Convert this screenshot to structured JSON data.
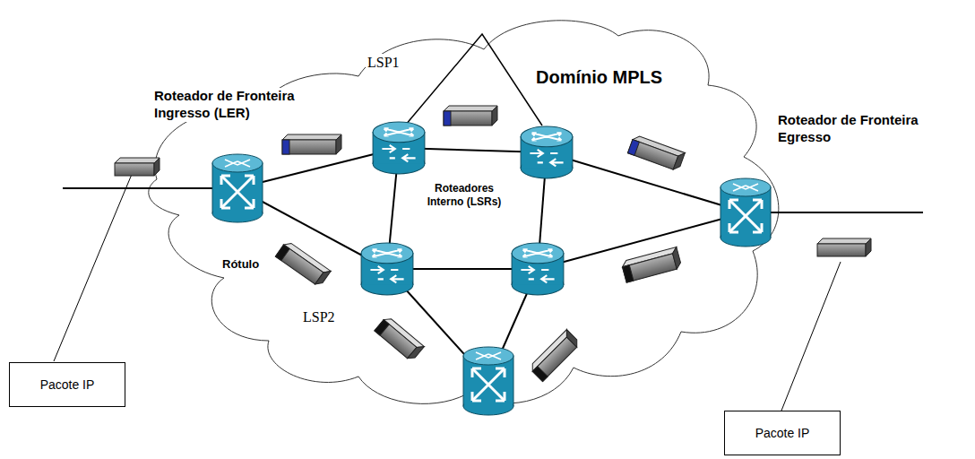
{
  "diagram": {
    "nodes": [
      {
        "text": [
          "Pacote IP"
        ]
      },
      {
        "text": [
          "Pacote IP"
        ]
      }
    ],
    "labels": [
      "Roteador de Fronteira Ingresso (LER)",
      "LSP1",
      "Domínio MPLS",
      "Roteador de Fronteira Egresso",
      "Roteadores Interno (LSRs)",
      "Rótulo",
      "LSP2"
    ]
  }
}
